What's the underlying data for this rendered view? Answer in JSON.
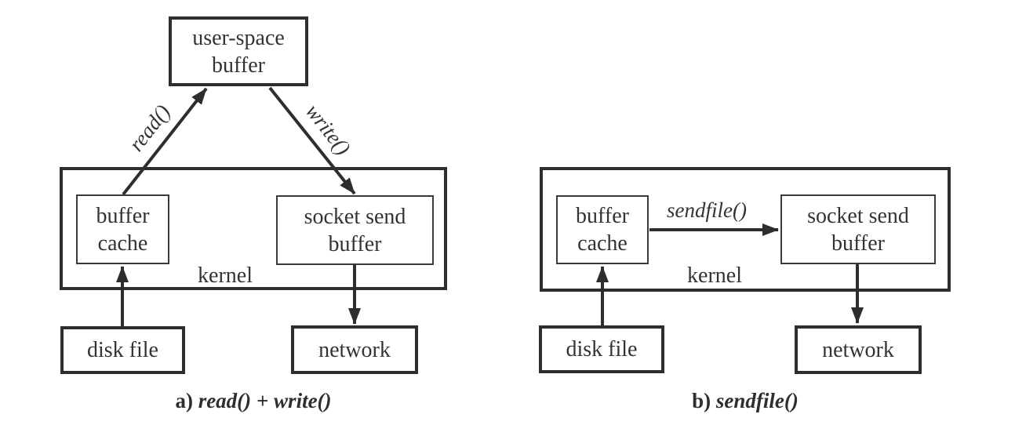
{
  "colors": {
    "line": "#2e2e2e",
    "text": "#333333",
    "background": "#ffffff"
  },
  "panels": [
    {
      "user_space_buffer": {
        "line1": "user-space",
        "line2": "buffer"
      },
      "buffer_cache": {
        "line1": "buffer",
        "line2": "cache"
      },
      "socket_send_buffer": {
        "line1": "socket send",
        "line2": "buffer"
      },
      "kernel_label": "kernel",
      "disk_file_label": "disk file",
      "network_label": "network",
      "read_arrow_label": "read()",
      "write_arrow_label": "write()",
      "caption": {
        "prefix": "a)",
        "label": "read() + write()"
      }
    },
    {
      "buffer_cache": {
        "line1": "buffer",
        "line2": "cache"
      },
      "socket_send_buffer": {
        "line1": "socket send",
        "line2": "buffer"
      },
      "kernel_label": "kernel",
      "disk_file_label": "disk file",
      "network_label": "network",
      "sendfile_arrow_label": "sendfile()",
      "caption": {
        "prefix": "b)",
        "label": "sendfile()"
      }
    }
  ]
}
